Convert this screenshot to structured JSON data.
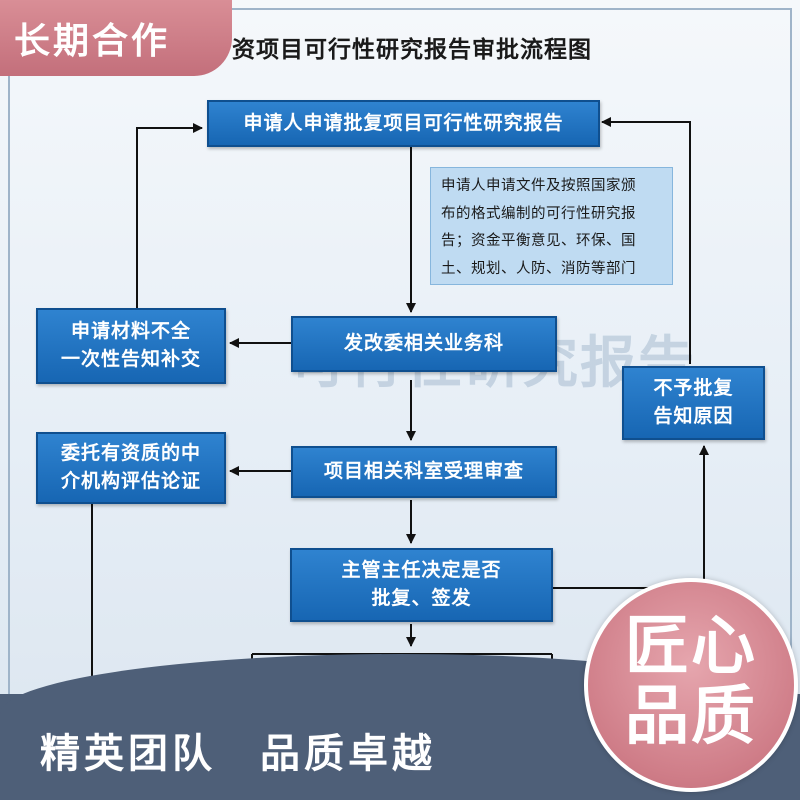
{
  "badge_top": "长期合作",
  "title": "资项目可行性研究报告审批流程图",
  "watermark": "可行性研究报告",
  "nodes": {
    "apply": "申请人申请批复项目可行性研究报告",
    "note_lines": [
      "申请人申请文件及按照国家颁",
      "布的格式编制的可行性研究报",
      "告；资金平衡意见、环保、国",
      "土、规划、人防、消防等部门"
    ],
    "dept": "发改委相关业务科",
    "incomplete_line1": "申请材料不全",
    "incomplete_line2": "一次性告知补交",
    "entrust_line1": "委托有资质的中",
    "entrust_line2": "介机构评估论证",
    "review": "项目相关科室受理审查",
    "decide_line1": "主管主任决定是否",
    "decide_line2": "批复、签发",
    "reject_line1": "不予批复",
    "reject_line2": "告知原因"
  },
  "slogan": {
    "part1": "精英团队",
    "part2": "品质卓越"
  },
  "circle": {
    "line1": "匠心",
    "line2": "品质"
  },
  "colors": {
    "box_blue": "#1f74c2",
    "note_bg": "#bfdbf2",
    "badge_pink": "#c9777f",
    "band": "#4e5f78"
  }
}
